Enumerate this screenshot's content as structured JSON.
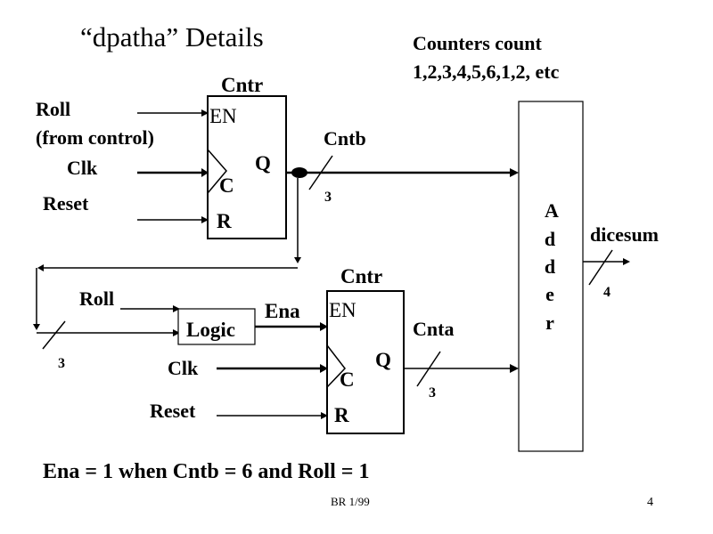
{
  "slide": {
    "title": "“dpatha” Details",
    "note_line1": "Counters count",
    "note_line2": "1,2,3,4,5,6,1,2, etc",
    "footer_center": "BR 1/99",
    "page_number": "4",
    "equation": "Ena = 1 when Cntb = 6 and Roll = 1"
  },
  "counter_b": {
    "label": "Cntr",
    "pin_en": "EN",
    "pin_clk": "C",
    "pin_reset": "R",
    "pin_out": "Q",
    "input_en": "Roll",
    "input_en_sub": "(from control)",
    "input_clk": "Clk",
    "input_reset": "Reset",
    "output_signal": "Cntb",
    "output_width": "3"
  },
  "logic": {
    "label": "Logic",
    "input_roll": "Roll",
    "feedback_width": "3",
    "output_signal": "Ena"
  },
  "counter_a": {
    "label": "Cntr",
    "pin_en": "EN",
    "pin_clk": "C",
    "pin_reset": "R",
    "pin_out": "Q",
    "input_clk": "Clk",
    "input_reset": "Reset",
    "output_signal": "Cnta",
    "output_width": "3"
  },
  "adder": {
    "letters": [
      "A",
      "d",
      "d",
      "e",
      "r"
    ],
    "output_signal": "dicesum",
    "output_width": "4"
  }
}
